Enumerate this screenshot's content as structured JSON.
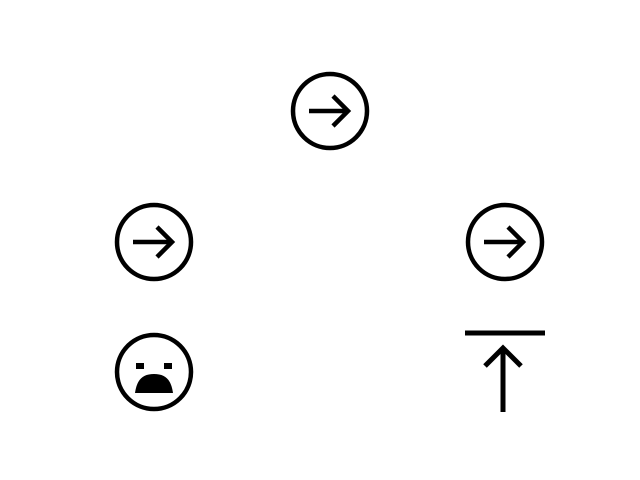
{
  "canvas": {
    "background": "#ffffff",
    "stroke_color": "#000000"
  },
  "icons": [
    {
      "name": "arrow-right-circle-icon",
      "role": "button"
    },
    {
      "name": "arrow-right-circle-icon",
      "role": "button"
    },
    {
      "name": "arrow-right-circle-icon",
      "role": "button"
    },
    {
      "name": "face-frown-open-icon",
      "role": "button"
    },
    {
      "name": "arrow-up-to-line-icon",
      "role": "button"
    }
  ]
}
